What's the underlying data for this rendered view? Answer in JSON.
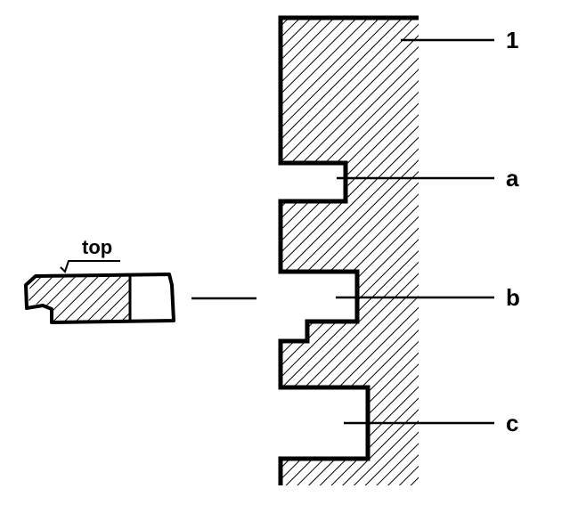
{
  "labels": {
    "part_1": "1",
    "groove_a": "a",
    "groove_b": "b",
    "groove_c": "c",
    "top": "top"
  },
  "colors": {
    "ink": "#000000",
    "background": "#ffffff"
  }
}
